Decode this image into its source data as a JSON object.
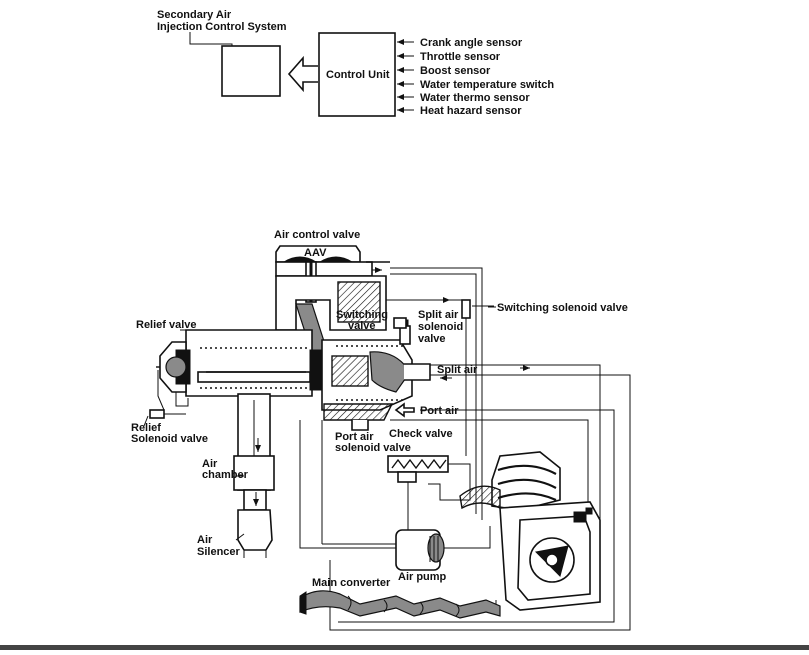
{
  "block_diagram": {
    "system_label_line1": "Secondary Air",
    "system_label_line2": "Injection Control System",
    "control_unit": "Control Unit",
    "sensors": [
      "Crank angle sensor",
      "Throttle sensor",
      "Boost sensor",
      "Water temperature switch",
      "Water thermo sensor",
      "Heat hazard sensor"
    ]
  },
  "schematic": {
    "air_control_valve": "Air control valve",
    "aav": "AAV",
    "relief_valve": "Relief valve",
    "switching_valve_line1": "Switching",
    "switching_valve_line2": "valve",
    "split_air_solenoid_line1": "Split air",
    "split_air_solenoid_line2": "solenoid",
    "split_air_solenoid_line3": "valve",
    "switching_solenoid_valve": "Switching solenoid valve",
    "split_air": "Split air",
    "port_air": "Port air",
    "check_valve": "Check valve",
    "port_air_solenoid_line1": "Port air",
    "port_air_solenoid_line2": "solenoid valve",
    "relief_solenoid_line1": "Relief",
    "relief_solenoid_line2": "Solenoid valve",
    "air_chamber_line1": "Air",
    "air_chamber_line2": "chamber",
    "air_silencer_line1": "Air",
    "air_silencer_line2": "Silencer",
    "main_converter": "Main converter",
    "air_pump": "Air pump"
  }
}
